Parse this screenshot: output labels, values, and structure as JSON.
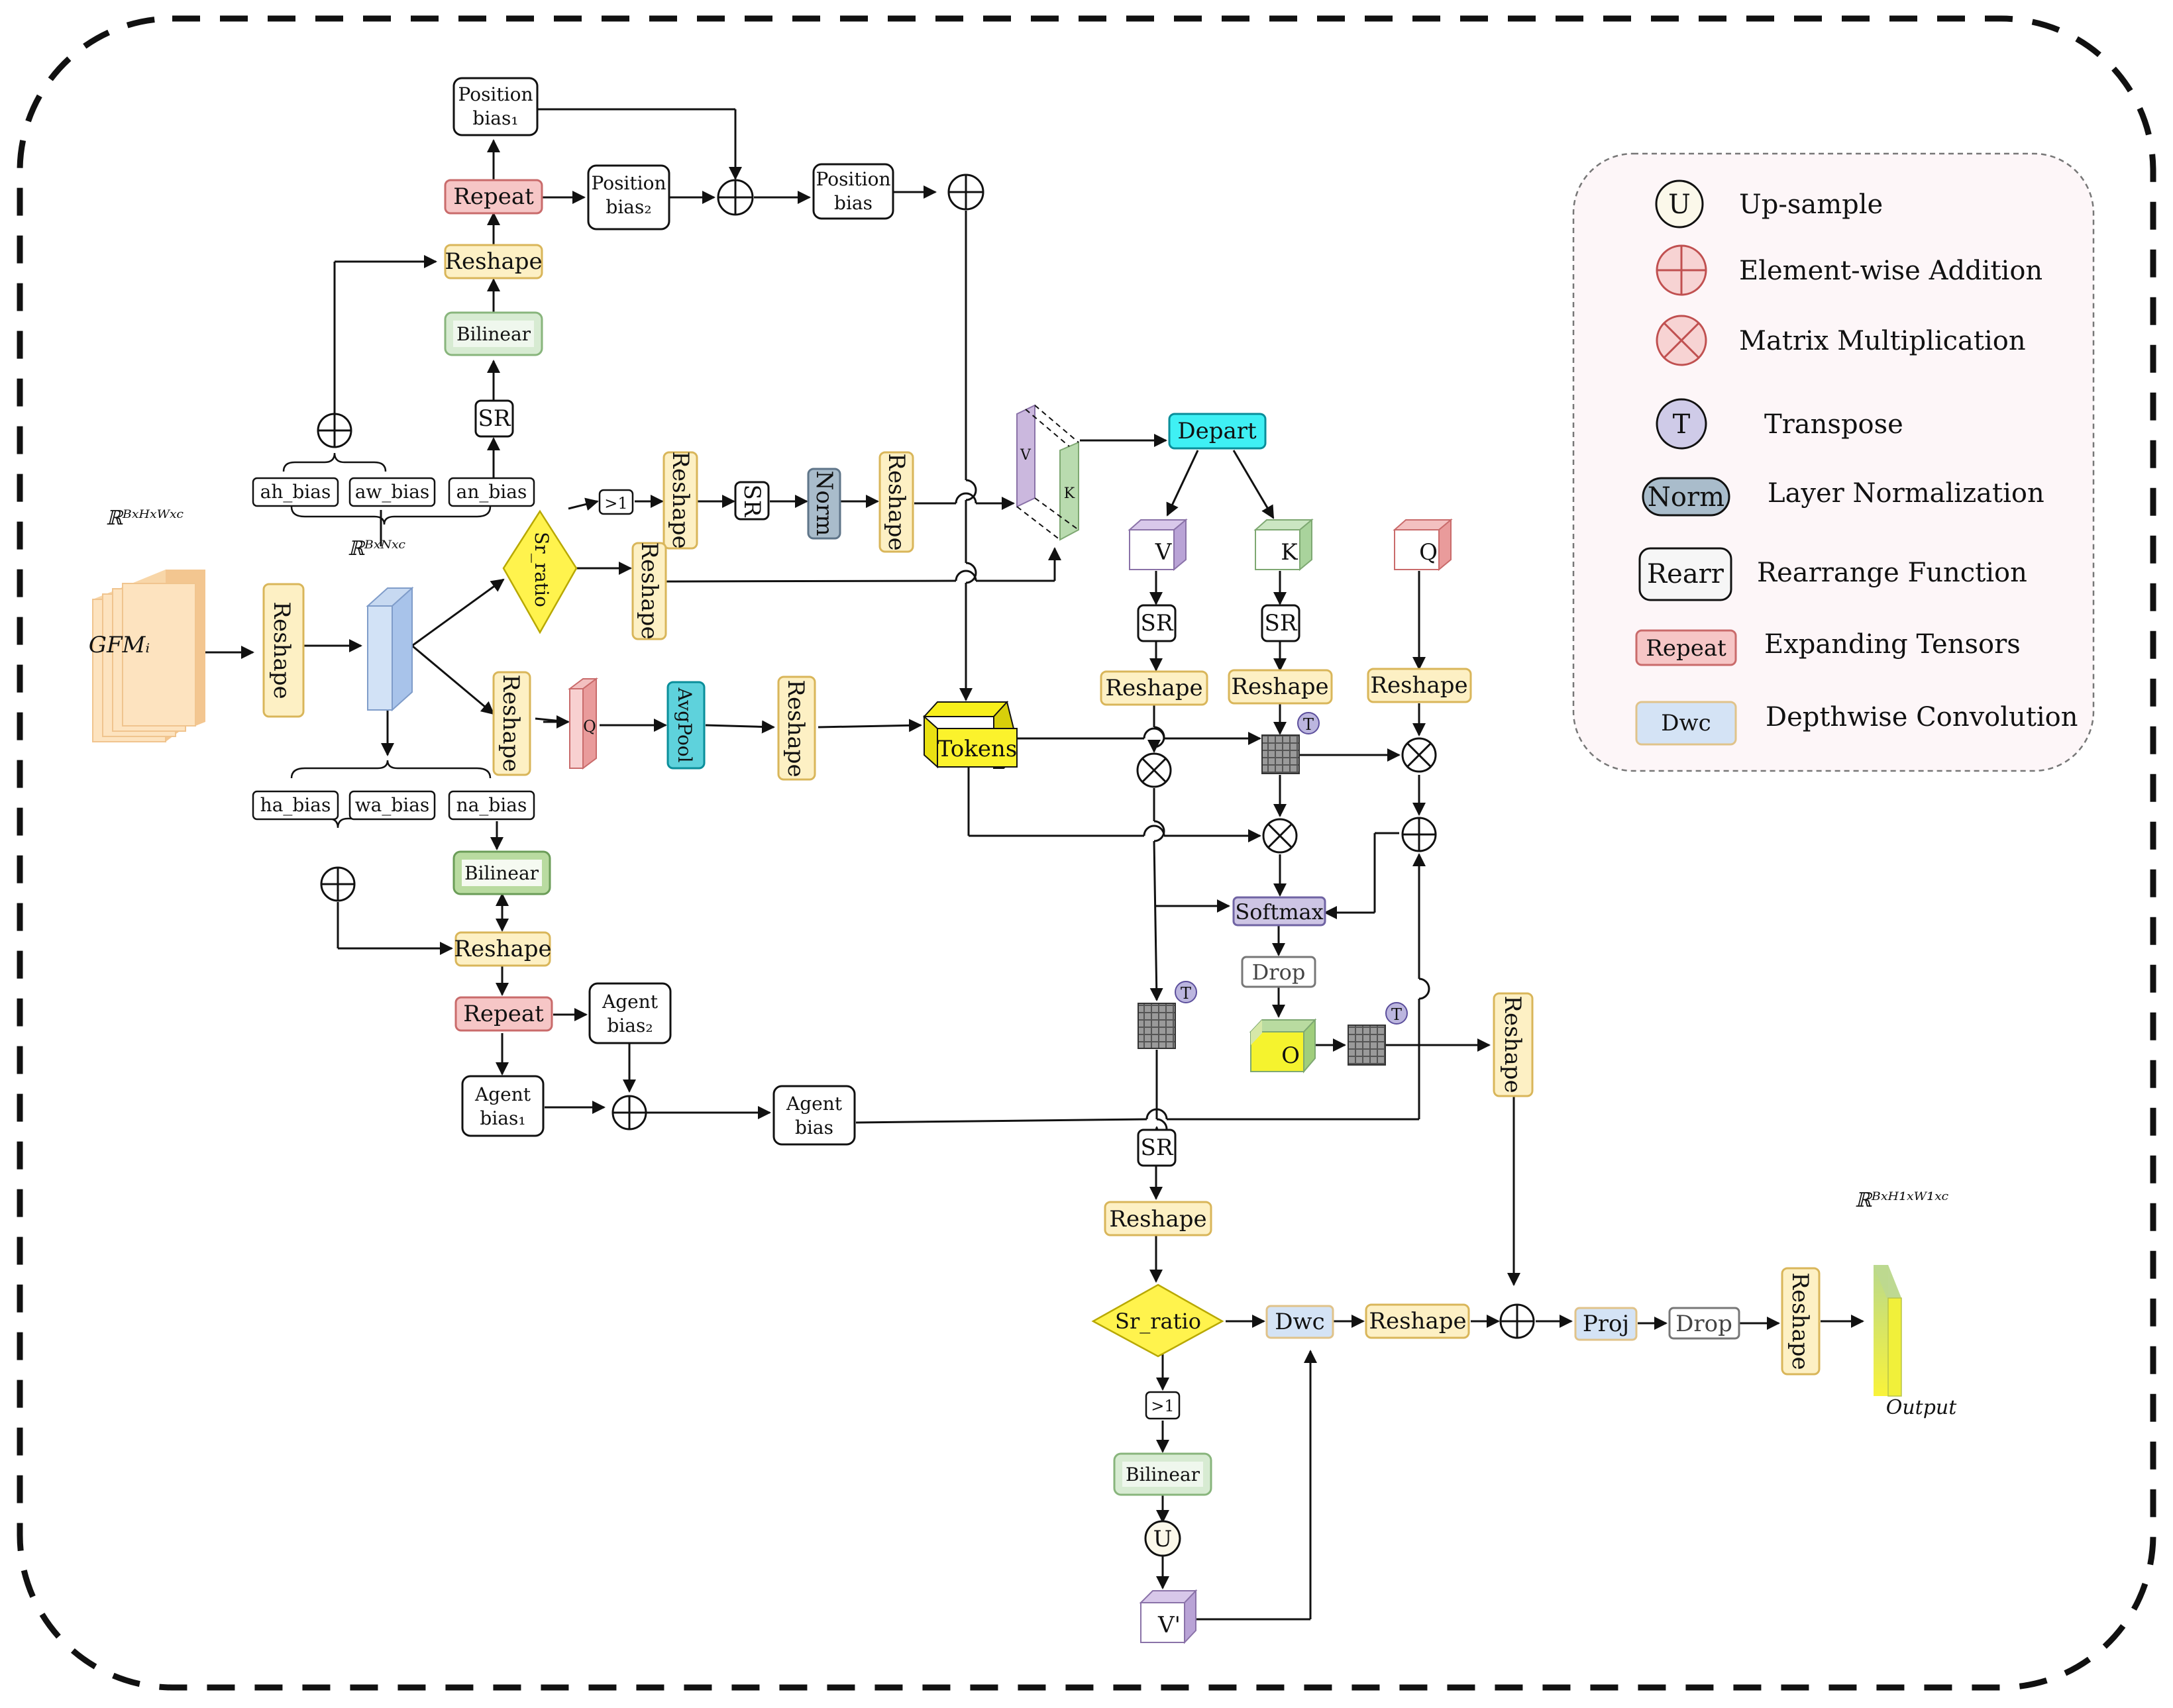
{
  "labels": {
    "position_bias_1": [
      "Position",
      "bias₁"
    ],
    "position_bias_2": [
      "Position",
      "bias₂"
    ],
    "position_bias": [
      "Position",
      "bias"
    ],
    "repeat": "Repeat",
    "reshape": "Reshape",
    "bilinear": "Bilinear",
    "sr": "SR",
    "ah_bias": "ah_bias",
    "aw_bias": "aw_bias",
    "an_bias": "an_bias",
    "ha_bias": "ha_bias",
    "wa_bias": "wa_bias",
    "na_bias": "na_bias",
    "gt1": ">1",
    "norm": "Norm",
    "sr_ratio": "Sr_ratio",
    "depart": "Depart",
    "v": "V",
    "k": "K",
    "q": "Q",
    "avgpool": "AvgPool",
    "tokens": "Tokens",
    "softmax": "Softmax",
    "drop": "Drop",
    "o": "O",
    "t": "T",
    "agent_bias_2": [
      "Agent",
      "bias₂"
    ],
    "agent_bias_1": [
      "Agent",
      "bias₁"
    ],
    "agent_bias": [
      "Agent",
      "bias"
    ],
    "dwc": "Dwc",
    "proj": "Proj",
    "u": "U",
    "v_prime": "V'",
    "input": "GFMᵢ",
    "output": "Output",
    "dim_input": "ℝᴮˣᴴˣᵂˣᶜ",
    "dim_bnc": "ℝᴮˣᴺˣᶜ",
    "dim_output": "ℝᴮˣᴴ¹ˣᵂ¹ˣᶜ"
  },
  "legend": [
    {
      "symbol": "U",
      "label": "Up-sample"
    },
    {
      "symbol": "plus",
      "label": "Element-wise Addition"
    },
    {
      "symbol": "times",
      "label": "Matrix Multiplication"
    },
    {
      "symbol": "T",
      "label": "Transpose"
    },
    {
      "symbol": "Norm",
      "label": "Layer Normalization"
    },
    {
      "symbol": "Rearr",
      "label": "Rearrange Function"
    },
    {
      "symbol": "Repeat",
      "label": "Expanding Tensors"
    },
    {
      "symbol": "Dwc",
      "label": "Depthwise Convolution"
    }
  ],
  "colors": {
    "reshape": "#fdf0c4",
    "reshape_stroke": "#d9b65a",
    "repeat": "#f6c6c6",
    "repeat_stroke": "#c96b6b",
    "bilinear": "#d7ebd2",
    "bilinear_stroke": "#88b57c",
    "depart": "#3ff0f4",
    "norm": "#a9bccb",
    "sr_ratio": "#fff34d",
    "tokens": "#fbf22c",
    "softmax": "#cdc5e4",
    "dwc": "#d4e3f5",
    "legend_bg": "#fdf6f8"
  }
}
